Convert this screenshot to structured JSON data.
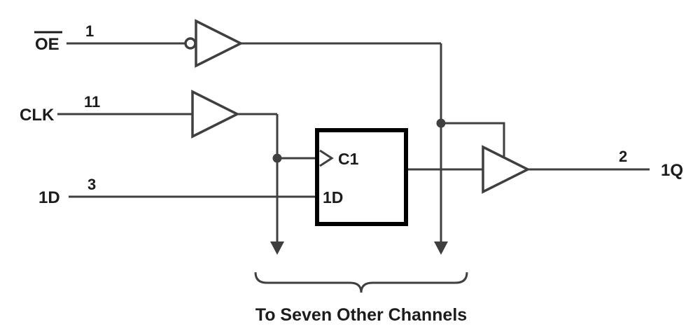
{
  "diagram": {
    "colors": {
      "line": "#3f3f3f",
      "text": "#1c1c1c",
      "box": "#000000",
      "background": "#ffffff"
    },
    "inputs": {
      "oe": {
        "label": "OE",
        "pin": "1",
        "active_low": true
      },
      "clk": {
        "label": "CLK",
        "pin": "11"
      },
      "d": {
        "label": "1D",
        "pin": "3"
      }
    },
    "flip_flop": {
      "clock_label": "C1",
      "data_label": "1D"
    },
    "output": {
      "label": "1Q",
      "pin": "2"
    },
    "caption": "To Seven Other Channels"
  }
}
